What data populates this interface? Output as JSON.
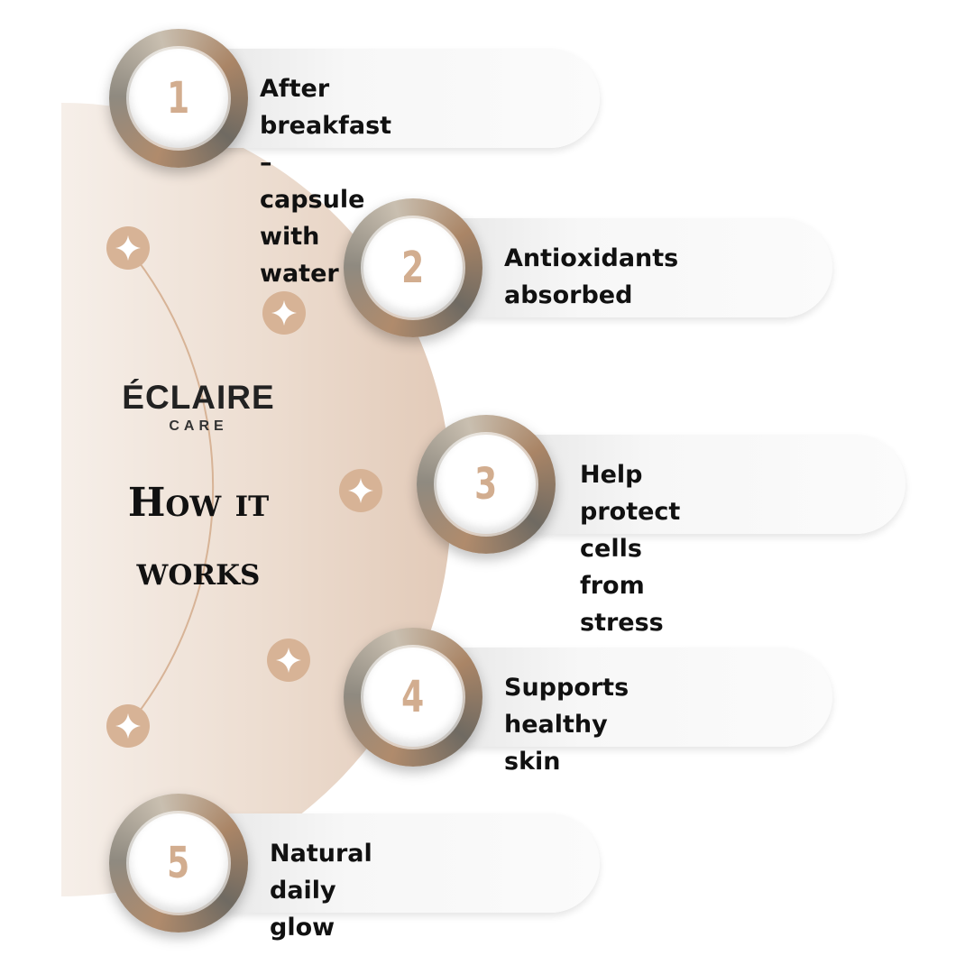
{
  "brand": {
    "name": "ÉCLAIRE",
    "sub": "CARE"
  },
  "heading": {
    "line1": "How it",
    "line2": "works"
  },
  "steps": [
    {
      "number": "1",
      "text": "After breakfast –\ncapsule with water"
    },
    {
      "number": "2",
      "text": "Antioxidants\nabsorbed"
    },
    {
      "number": "3",
      "text": "Help protect cells\nfrom stress"
    },
    {
      "number": "4",
      "text": "Supports healthy\nskin"
    },
    {
      "number": "5",
      "text": "Natural\ndaily glow"
    }
  ],
  "colors": {
    "accent": "#d7b396",
    "number": "#d2ad8f",
    "background_shape": "#ecdccf",
    "text": "#111111"
  },
  "icons": {
    "node": "sparkle-icon"
  }
}
